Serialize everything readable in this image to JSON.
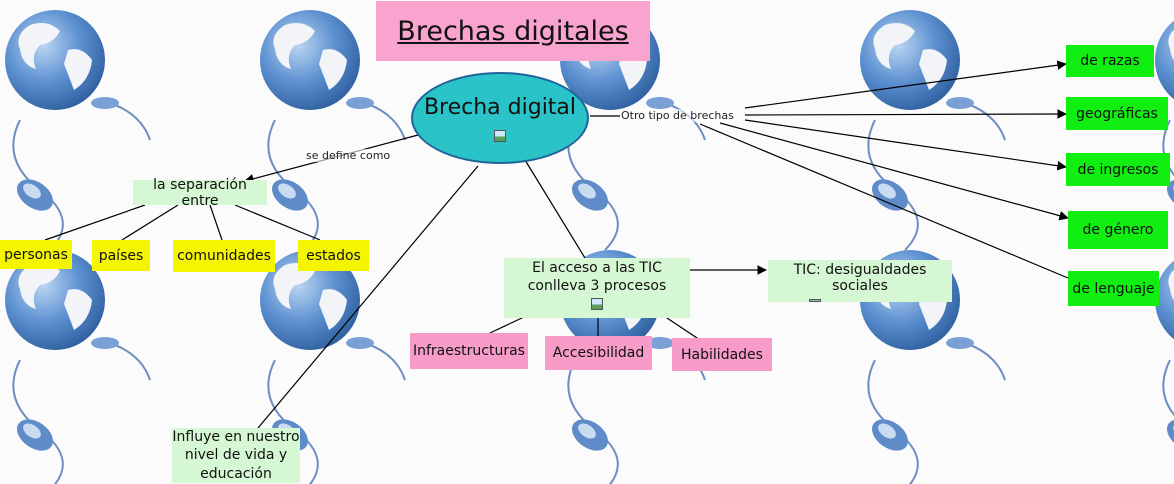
{
  "title": "Brechas digitales",
  "central": "Brecha digital",
  "links": {
    "se_define": "se define como",
    "otro_tipo": "Otro tipo de brechas"
  },
  "nodes": {
    "separacion": "la separación entre",
    "personas": "personas",
    "paises": "países",
    "comunidades": "comunidades",
    "estados": "estados",
    "acceso": "El acceso a las TIC conlleva 3 procesos",
    "tic_desigualdades": "TIC: desigualdades sociales",
    "infraestructuras": "Infraestructuras",
    "accesibilidad": "Accesibilidad",
    "habilidades": "Habilidades",
    "influye": "Influye en nuestro nivel de vida y educación"
  },
  "brechas": [
    "de razas",
    "geográficas",
    "de ingresos",
    "de género",
    "de lenguaje"
  ],
  "colors": {
    "title_bg": "#f9a3cf",
    "central_bg": "#29c3c8",
    "yellow": "#f5f500",
    "bright_green": "#11ee11",
    "light_green": "#d6f7d3",
    "pink": "#f79bc8"
  },
  "icons": [
    "image-icon",
    "globe-icon",
    "computer-mouse-icon"
  ]
}
